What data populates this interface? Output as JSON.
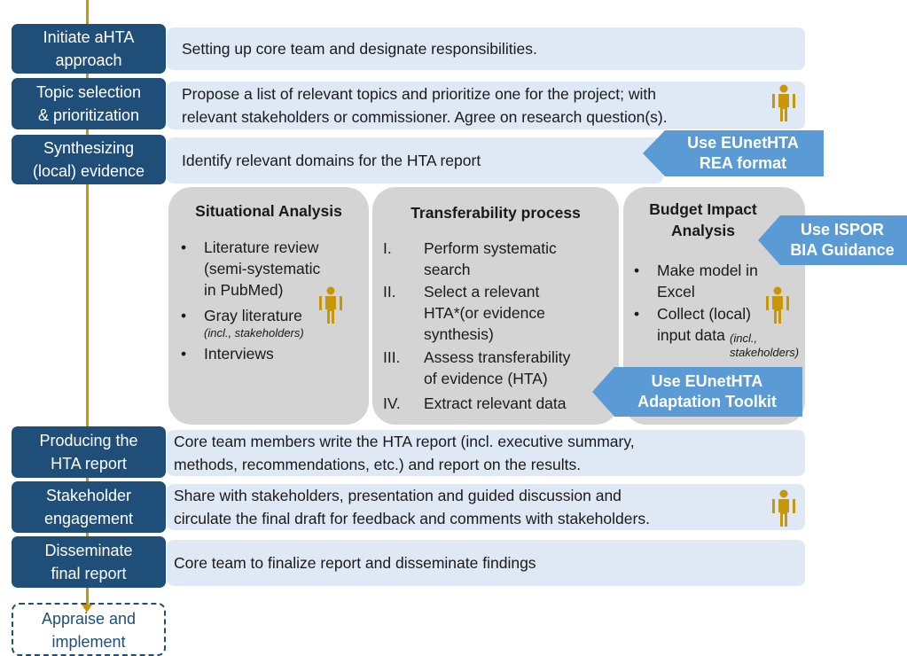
{
  "steps": [
    {
      "label": "Initiate aHTA\napproach",
      "desc": "Setting up core team and designate responsibilities."
    },
    {
      "label": "Topic selection\n& prioritization",
      "desc": "Propose a list of relevant topics and prioritize one for the project; with\nrelevant stakeholders or commissioner. Agree on research question(s)."
    },
    {
      "label": "Synthesizing\n(local) evidence",
      "desc": "Identify relevant domains for the HTA report"
    },
    {
      "label": "Producing the\nHTA report",
      "desc": "Core team members write the HTA report (incl. executive summary,\nmethods, recommendations, etc.) and report on the results."
    },
    {
      "label": "Stakeholder\nengagement",
      "desc": "Share with stakeholders, presentation and guided discussion and\ncirculate the final draft for feedback and comments with stakeholders."
    },
    {
      "label": "Disseminate\nfinal report",
      "desc": "Core team to finalize report and disseminate findings"
    },
    {
      "label": "Appraise and\nimplement"
    }
  ],
  "panels": {
    "situational": {
      "title": "Situational Analysis",
      "items": [
        "Literature review\n(semi-systematic\nin PubMed)",
        "Gray literature",
        "Interviews"
      ],
      "gray_note": "(incl., stakeholders)"
    },
    "transferability": {
      "title": "Transferability process",
      "numerals": [
        "I.",
        "II.",
        "III.",
        "IV."
      ],
      "items": [
        "Perform systematic\nsearch",
        "Select a relevant\nHTA*(or evidence\nsynthesis)",
        "Assess transferability\nof evidence (HTA)",
        "Extract relevant data"
      ]
    },
    "budget": {
      "title": "Budget Impact\nAnalysis",
      "items": [
        "Make model in\nExcel",
        "Collect (local)\ninput data"
      ],
      "input_note": "(incl.,\nstakeholders)"
    }
  },
  "bullet_symbol": "•",
  "callouts": {
    "rea": "Use EUnetHTA\nREA format",
    "bia": "Use ISPOR\nBIA Guidance",
    "adaptation": "Use EUnetHTA\nAdaptation Toolkit"
  },
  "colors": {
    "step_fill": "#1F4E79",
    "desc_fill": "#DFE8F5",
    "panel_fill": "#D4D4D4",
    "callout_fill": "#5B9BD5",
    "timeline": "#C8960A",
    "stakeholder_icon": "#C8960A"
  },
  "icons": [
    "stakeholder-person-icon"
  ]
}
